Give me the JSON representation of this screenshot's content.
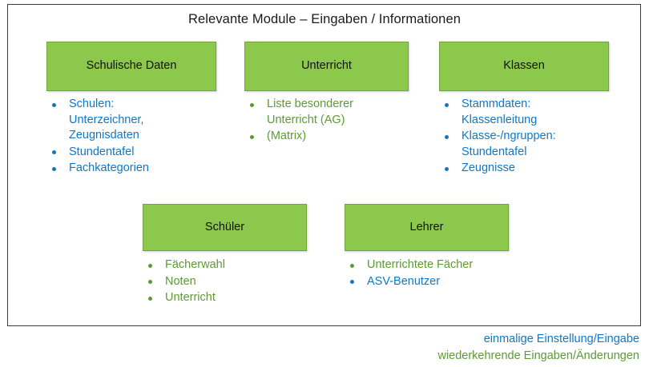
{
  "slide": {
    "title": "Relevante Module – Eingaben / Informationen",
    "colors": {
      "box_fill": "#8CC84B",
      "box_border": "#72A63C",
      "blue_text": "#1077C3",
      "green_text": "#5C9A34",
      "frame_border": "#3B3B3B",
      "title_text": "#1A1A1A"
    }
  },
  "modules": {
    "schulische_daten": {
      "label": "Schulische Daten",
      "items": [
        {
          "text": "Schulen:\nUnterzeichner,\nZeugnisdaten",
          "color": "blue"
        },
        {
          "text": "Stundentafel",
          "color": "blue"
        },
        {
          "text": "Fachkategorien",
          "color": "blue"
        }
      ]
    },
    "unterricht": {
      "label": "Unterricht",
      "items": [
        {
          "text": "Liste besonderer\nUnterricht (AG)",
          "color": "green"
        },
        {
          "text": "(Matrix)",
          "color": "green"
        }
      ]
    },
    "klassen": {
      "label": "Klassen",
      "items": [
        {
          "text": "Stammdaten:\nKlassenleitung",
          "color": "blue"
        },
        {
          "text": "Klasse-/ngruppen:\nStundentafel",
          "color": "blue"
        },
        {
          "text": "Zeugnisse",
          "color": "blue"
        }
      ]
    },
    "schueler": {
      "label": "Schüler",
      "items": [
        {
          "text": "Fächerwahl",
          "color": "green"
        },
        {
          "text": "Noten",
          "color": "green"
        },
        {
          "text": "Unterricht",
          "color": "green"
        }
      ]
    },
    "lehrer": {
      "label": "Lehrer",
      "items": [
        {
          "text": "Unterrichtete Fächer",
          "color": "green"
        },
        {
          "text": "ASV-Benutzer",
          "color": "blue"
        }
      ]
    }
  },
  "legend": {
    "once": "einmalige Einstellung/Eingabe",
    "recurring": "wiederkehrende Eingaben/Änderungen"
  }
}
